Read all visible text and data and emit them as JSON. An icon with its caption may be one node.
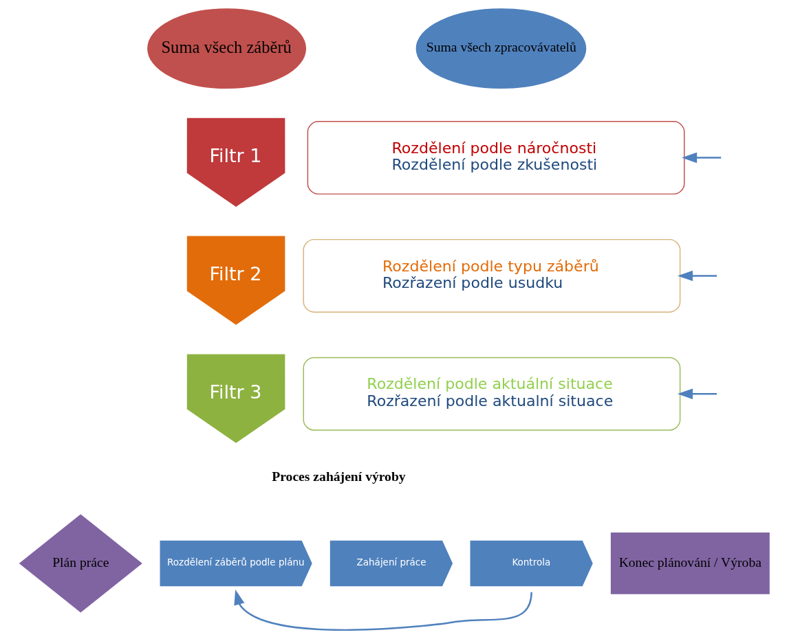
{
  "diagram": {
    "nodes": [
      {
        "text": [
          "Suma všech záběrů"
        ]
      },
      {
        "text": [
          "Suma všech zpracovávatelů"
        ]
      },
      {
        "text": [
          "Filtr 1"
        ]
      },
      {
        "text": [
          "Rozdělení podle náročnosti",
          "Rozdělení podle zkušenosti"
        ]
      },
      {
        "text": [
          "Filtr 2"
        ]
      },
      {
        "text": [
          "Rozdělení podle typu záběrů",
          "Rozřazení podle usudku"
        ]
      },
      {
        "text": [
          "Filtr 3"
        ]
      },
      {
        "text": [
          "Rozdělení podle aktuální situace",
          "Rozřazení podle aktualní situace"
        ]
      },
      {
        "text": [
          "Plán práce"
        ]
      },
      {
        "text": [
          "Rozdělení záběrů podle plánu"
        ]
      },
      {
        "text": [
          "Zahájení práce"
        ]
      },
      {
        "text": [
          "Kontrola"
        ]
      },
      {
        "text": [
          "Konec plánování / Výroba"
        ]
      }
    ],
    "edges": [
      {
        "from": null,
        "to": 3,
        "arrow": "to"
      },
      {
        "from": null,
        "to": 5,
        "arrow": "to"
      },
      {
        "from": null,
        "to": 7,
        "arrow": "to"
      },
      {
        "from": 11,
        "to": 9,
        "arrow": "to"
      }
    ],
    "labels": [
      "Proces zahájení výroby"
    ]
  }
}
